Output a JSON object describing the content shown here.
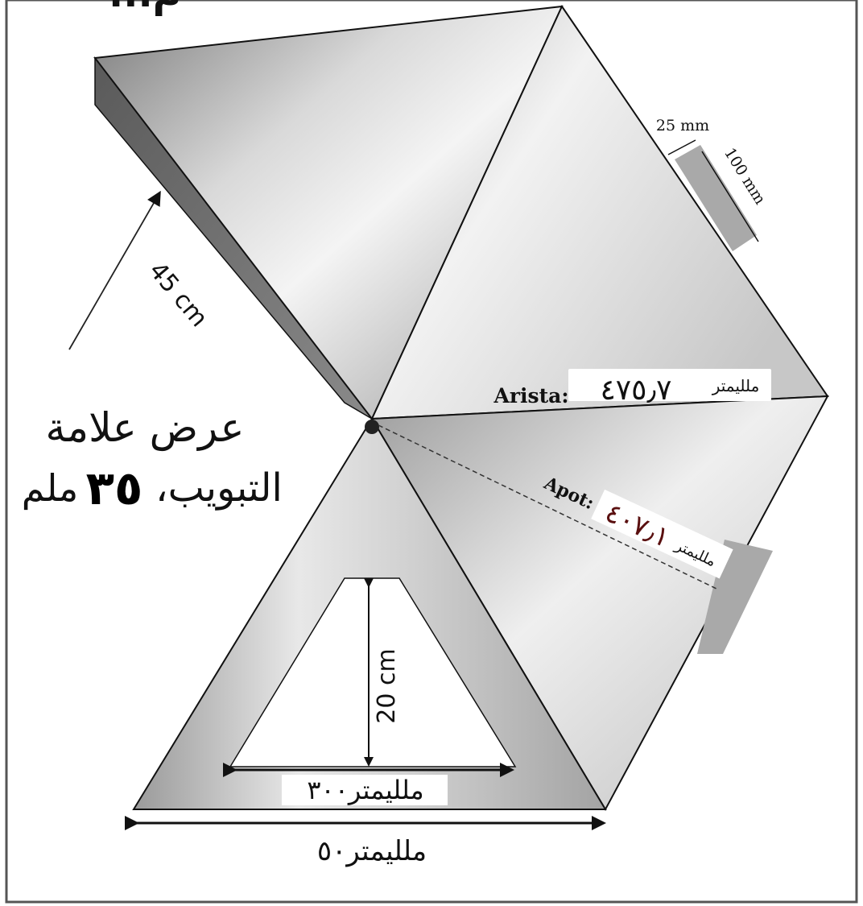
{
  "diagram": {
    "top_partial_text": "...م",
    "labels": {
      "tab_length": "45 cm",
      "tab_width_text": "عرض علامة",
      "tab_width_text_2": "التبويب،",
      "tab_width_value": "٣٥",
      "tab_width_unit": "ملم",
      "small_width": "25 mm",
      "small_length": "100 mm",
      "arista_label": "Arista:",
      "arista_value": "٤٧٥٫٧",
      "arista_unit": "ملليمتر",
      "apot_label": "Apot:",
      "apot_value": "٤٠٧٫١",
      "apot_unit": "ملليمتر",
      "inner_height": "20 cm",
      "inner_base": "ملليمتر٣٠٠",
      "outer_base": "ملليمتر٥٠"
    },
    "colors": {
      "border": "#555555",
      "edge": "#111111",
      "tab_gray": "#a9a9a9",
      "dark_side": "#6b6b6b"
    }
  }
}
